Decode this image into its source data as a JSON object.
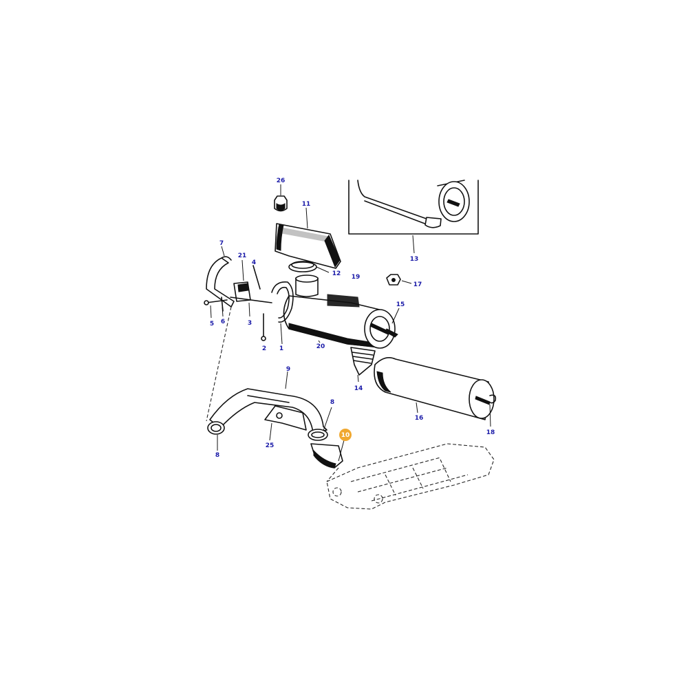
{
  "callouts": {
    "c26": "26",
    "c11": "11",
    "c12": "12",
    "c13": "13",
    "c7": "7",
    "c21": "21",
    "c4": "4",
    "c19": "19",
    "c17": "17",
    "c15": "15",
    "c5": "5",
    "c6": "6",
    "c3": "3",
    "c2": "2",
    "c1": "1",
    "c20": "20",
    "c14": "14",
    "c9": "9",
    "c8a": "8",
    "c8b": "8",
    "c25": "25",
    "c10": "10",
    "c16": "16",
    "c18": "18"
  },
  "colors": {
    "callout_text": "#1a1aa8",
    "highlight": "#f0a830",
    "line": "#111111",
    "background": "#ffffff"
  }
}
